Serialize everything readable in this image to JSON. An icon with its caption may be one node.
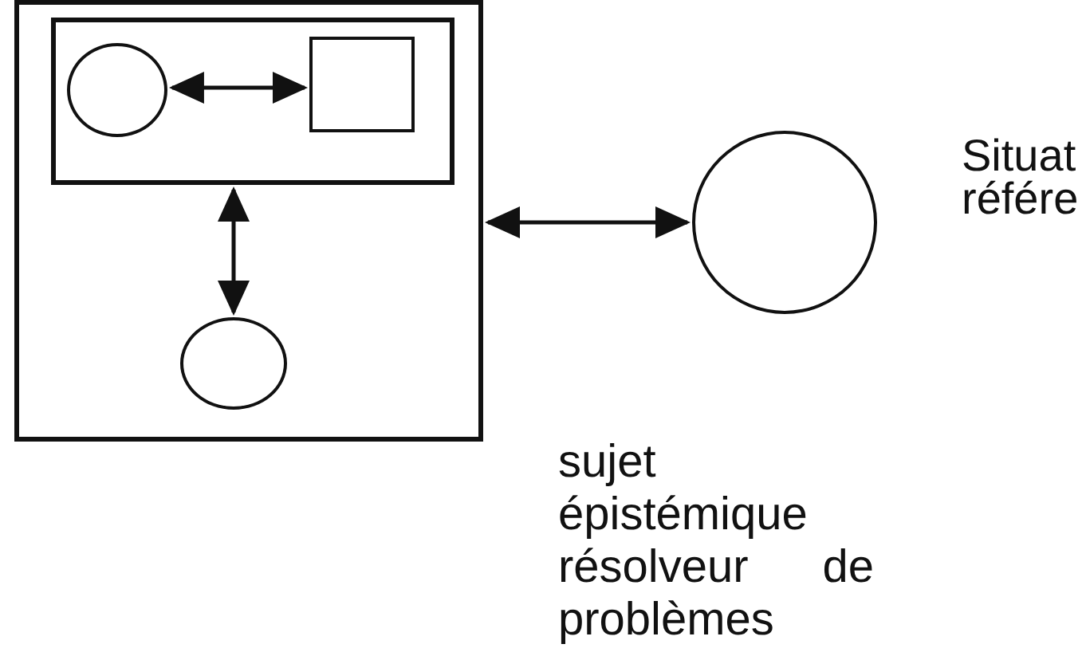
{
  "diagram": {
    "nodes": [
      {
        "text": [],
        "shape": "box"
      },
      {
        "text": [],
        "shape": "box",
        "in": 0
      },
      {
        "text": [],
        "shape": "circle",
        "in": 1
      },
      {
        "text": [],
        "shape": "box",
        "in": 1
      },
      {
        "text": [],
        "shape": "circle",
        "in": 0
      },
      {
        "text": [],
        "shape": "circle"
      }
    ],
    "edges": [
      {
        "from": 2,
        "to": 3,
        "arrow": "both"
      },
      {
        "from": 1,
        "to": 4,
        "arrow": "both"
      },
      {
        "from": 0,
        "to": 5,
        "arrow": "both"
      }
    ],
    "labels": [
      "Situat référe",
      "sujet épistémique résolveur de problèmes"
    ]
  }
}
